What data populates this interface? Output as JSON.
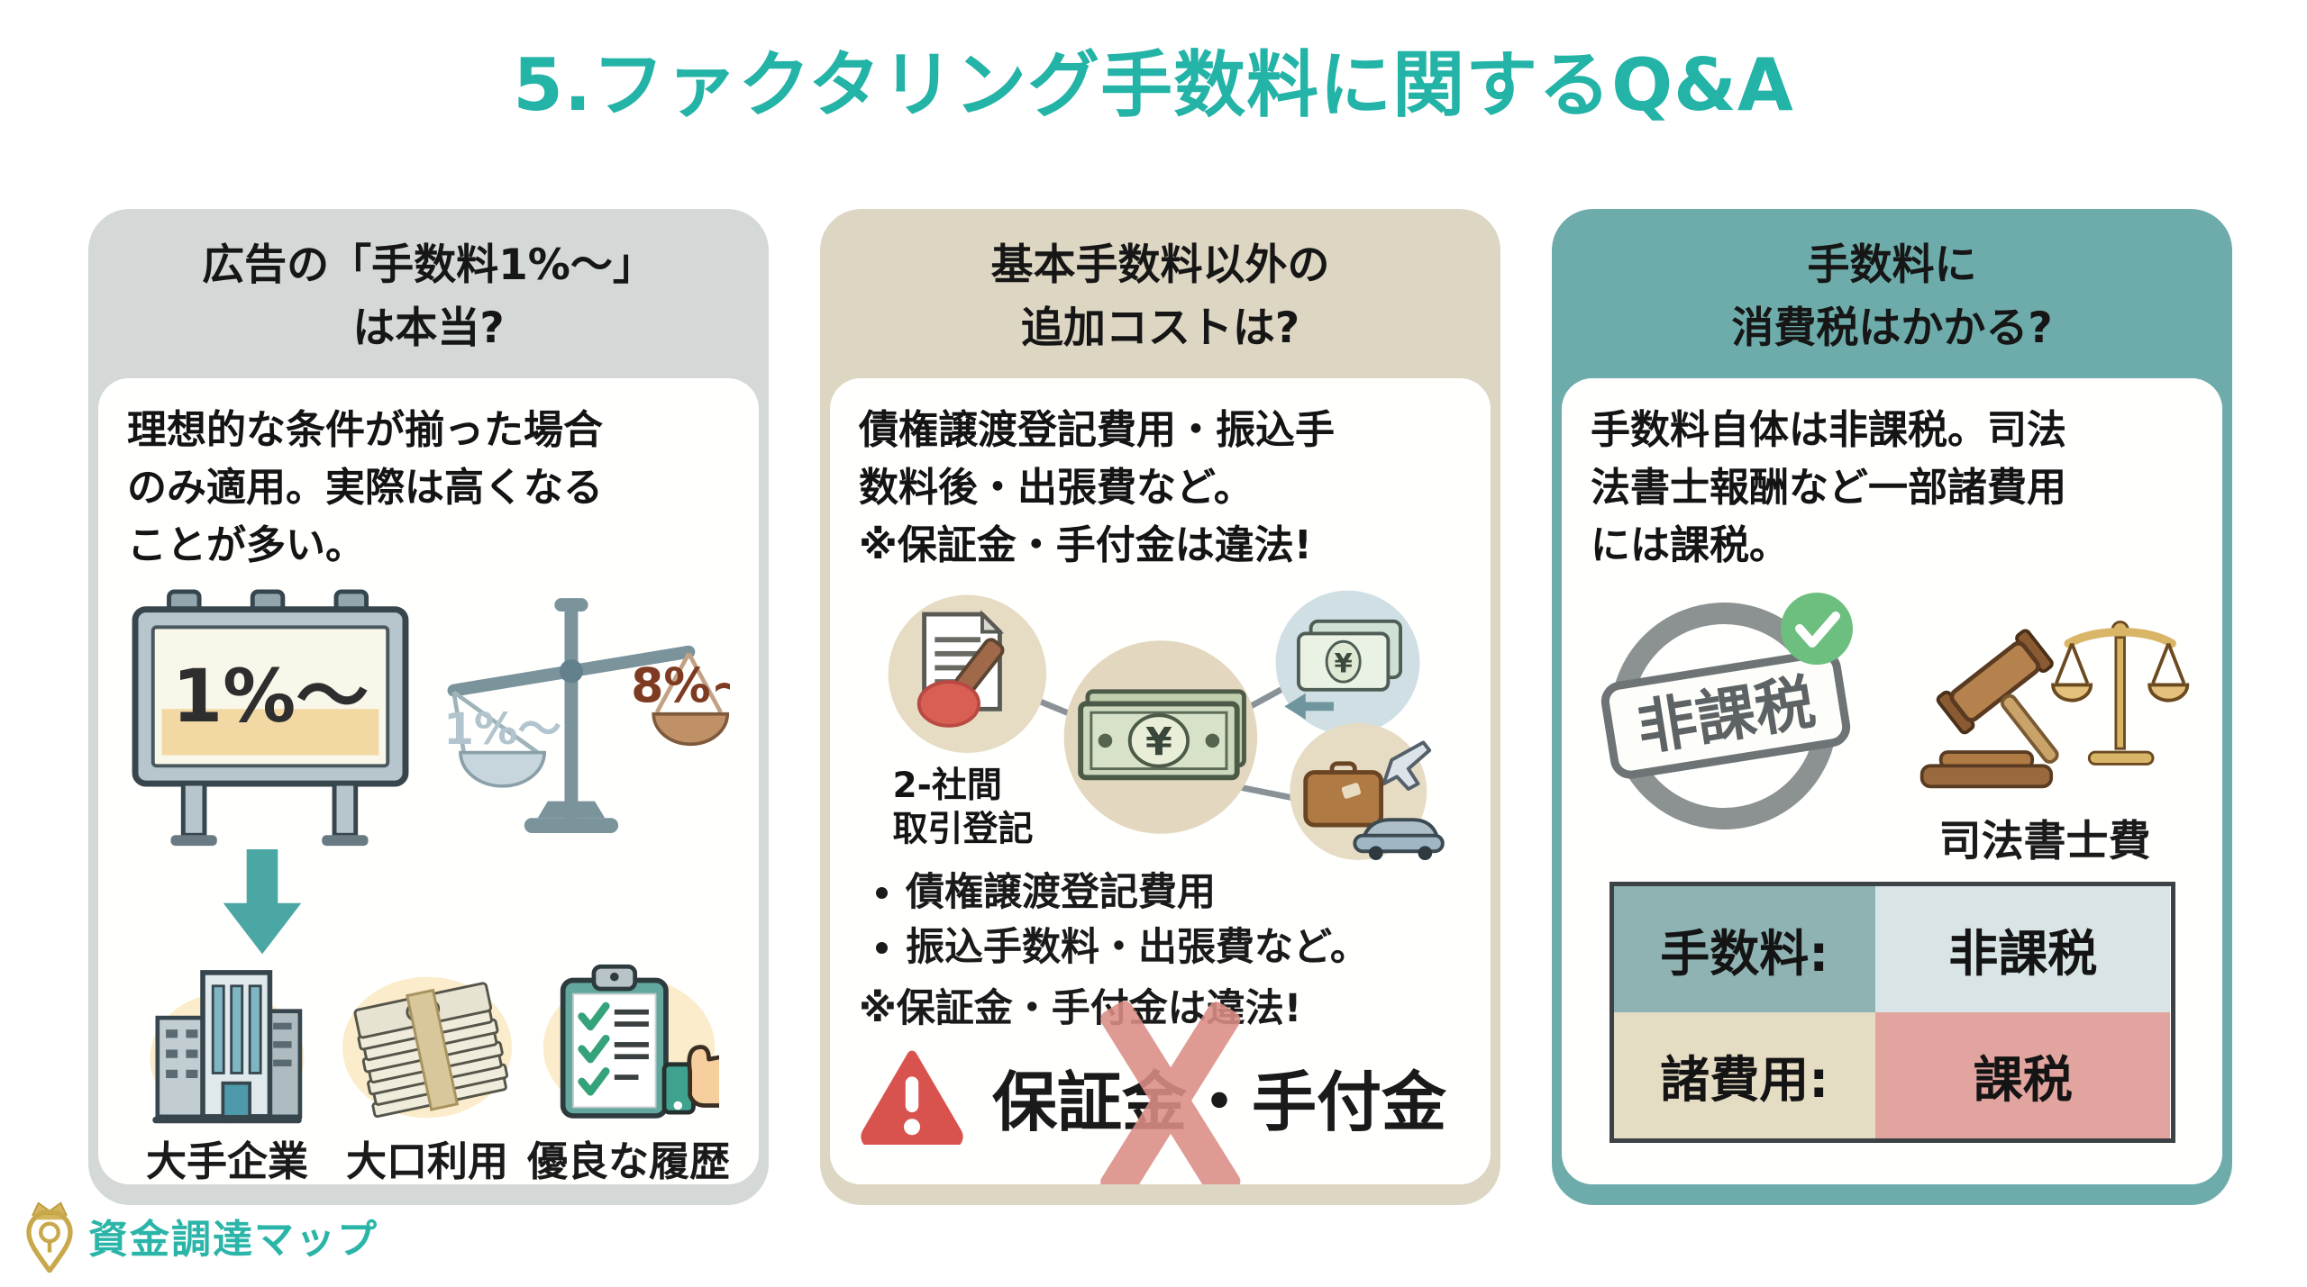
{
  "page": {
    "title": "5.ファクタリング手数料に関するQ&A"
  },
  "colors": {
    "title_color": "#23b3a7",
    "card_ad_bg": "#d4d8d7",
    "card_costs_bg": "#ddd6c2",
    "card_tax_bg": "#6dacaa",
    "ink": "#1a1a1a",
    "panel_bg": "#fffffe",
    "arrow_teal": "#4ba7a3",
    "warning_red": "#d9534e",
    "cross_pink": "#db8d85",
    "stamp_gray": "#6e7476",
    "check_green": "#6cbf7e",
    "table_border": "#3c4245",
    "table_fee_label_bg": "#8fb3b3",
    "table_fee_value_bg": "#d9e4e6",
    "table_cost_label_bg": "#e5dcc4",
    "table_cost_value_bg": "#e2a49e",
    "brand_teal": "#2bb5a8",
    "brand_gold": "#c9a84c"
  },
  "cards": {
    "ad": {
      "question": "広告の「手数料1%〜」\nは本当?",
      "answer": "理想的な条件が揃った場合\nのみ適用。実際は高くなる\nことが多い。",
      "billboard_text": "1%〜",
      "scale_left": "1%〜",
      "scale_right": "8%~",
      "conditions": [
        "大手企業",
        "大口利用",
        "優良な履歴"
      ]
    },
    "costs": {
      "question": "基本手数料以外の\n追加コストは?",
      "answer": "債権譲渡登記費用・振込手\n数料後・出張費など。\n※保証金・手付金は違法!",
      "diagram": {
        "label_line1": "2-社間",
        "label_line2": "取引登記",
        "yen": "¥"
      },
      "bullets": [
        "債権譲渡登記費用",
        "振込手数料・出張費など。"
      ],
      "note": "※保証金・手付金は違法!",
      "warning": "保証金・手付金"
    },
    "tax": {
      "question": "手数料に\n消費税はかかる?",
      "answer": "手数料自体は非課税。司法\n法書士報酬など一部諸費用\nには課税。",
      "stamp": "非課税",
      "legal_label": "司法書士費",
      "table": {
        "rows": [
          {
            "label": "手数料:",
            "value": "非課税"
          },
          {
            "label": "諸費用:",
            "value": "課税"
          }
        ]
      }
    }
  },
  "footer": {
    "brand": "資金調達マップ"
  }
}
